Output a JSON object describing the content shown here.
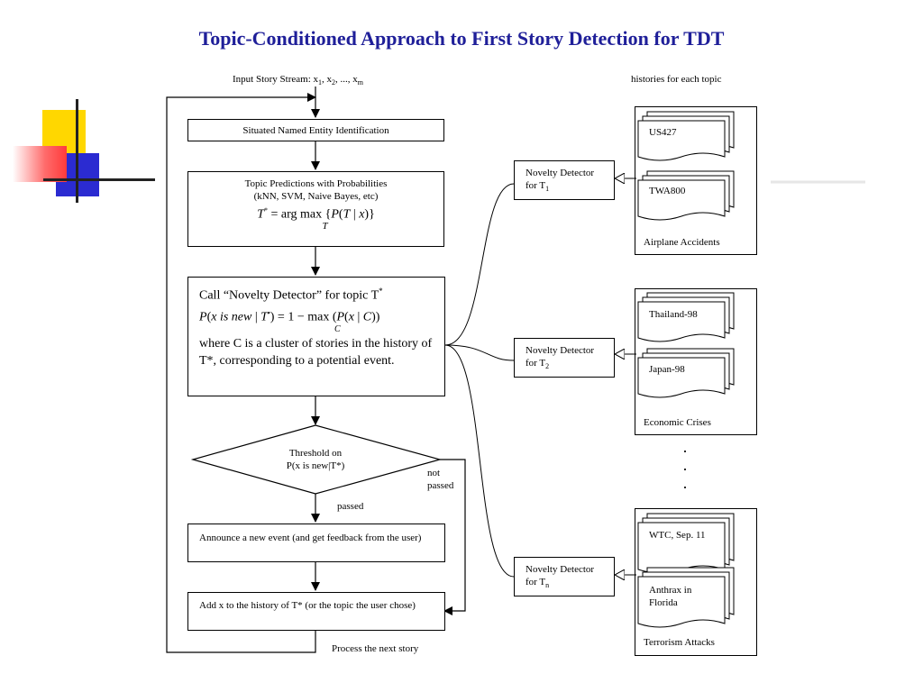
{
  "title": "Topic-Conditioned Approach to First Story Detection for TDT",
  "input_stream": "Input Story Stream:",
  "histories_label": "histories for each topic",
  "flow": {
    "sne": "Situated Named Entity Identification",
    "topic_pred_line1": "Topic Predictions with Probabilities",
    "topic_pred_line2": "(kNN, SVM, Naive Bayes, etc)",
    "novelty_call": "Call “Novelty Detector” for topic T",
    "novelty_where": "where C is a cluster of stories in the history of T*, corresponding to a potential event.",
    "threshold_line1": "Threshold on",
    "threshold_line2": "P(x is new|T*)",
    "not_passed": "not passed",
    "passed": "passed",
    "announce": "Announce a new event (and get feedback from the user)",
    "add_history": "Add x to the history of T* (or the topic the user chose)",
    "process_next": "Process the next story"
  },
  "detectors": [
    {
      "label": "Novelty Detector for T",
      "sub": "1"
    },
    {
      "label": "Novelty Detector for T",
      "sub": "2"
    },
    {
      "label": "Novelty Detector for T",
      "sub": "n"
    }
  ],
  "topics": [
    {
      "name": "Airplane Accidents",
      "docs": [
        "US427",
        "TWA800"
      ]
    },
    {
      "name": "Economic Crises",
      "docs": [
        "Thailand-98",
        "Japan-98"
      ]
    },
    {
      "name": "Terrorism Attacks",
      "docs": [
        "WTC, Sep. 11",
        "Anthrax in Florida"
      ]
    }
  ],
  "ellipsis": "·"
}
